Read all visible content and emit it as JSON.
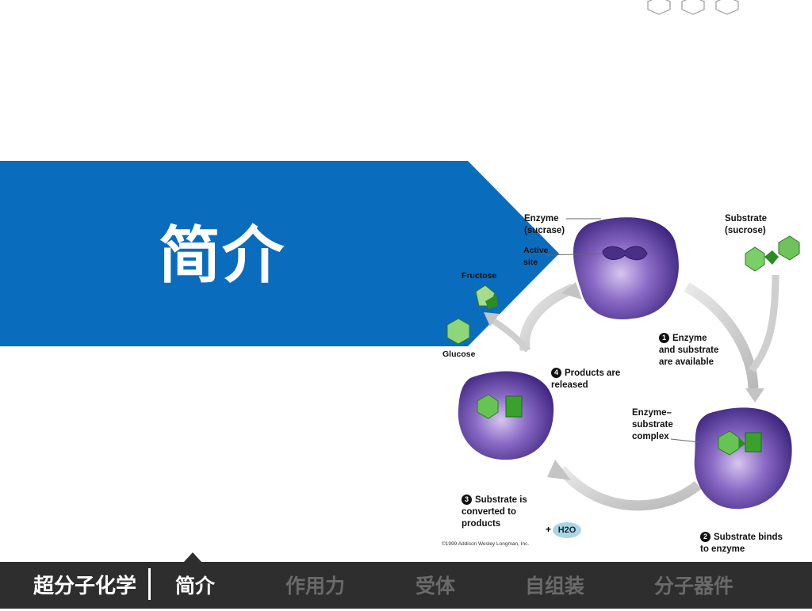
{
  "slide": {
    "title": "简介"
  },
  "diagram": {
    "labels": {
      "enzyme": "Enzyme\n(sucrase)",
      "active_site": "Active\nsite",
      "substrate": "Substrate\n(sucrose)",
      "fructose": "Fructose",
      "glucose": "Glucose",
      "step1": "Enzyme\nand substrate\nare available",
      "step2": "Substrate binds\nto enzyme",
      "step3": "Substrate is\nconverted to\nproducts",
      "step4": "Products are\nreleased",
      "complex": "Enzyme–\nsubstrate\ncomplex",
      "water": "H2O",
      "plus": "+",
      "copyright": "©1999 Addison Wesley Longman, Inc."
    },
    "step_numbers": [
      "1",
      "2",
      "3",
      "4"
    ]
  },
  "nav": {
    "brand": "超分子化学",
    "items": [
      {
        "label": "简介",
        "active": true
      },
      {
        "label": "作用力",
        "active": false
      },
      {
        "label": "受体",
        "active": false
      },
      {
        "label": "自组装",
        "active": false
      },
      {
        "label": "分子器件",
        "active": false
      }
    ]
  },
  "colors": {
    "banner": "#0a6cbd",
    "navbar": "#2e2e2e",
    "enzyme": "#5a3a9a",
    "substrate": "#46a83a"
  }
}
